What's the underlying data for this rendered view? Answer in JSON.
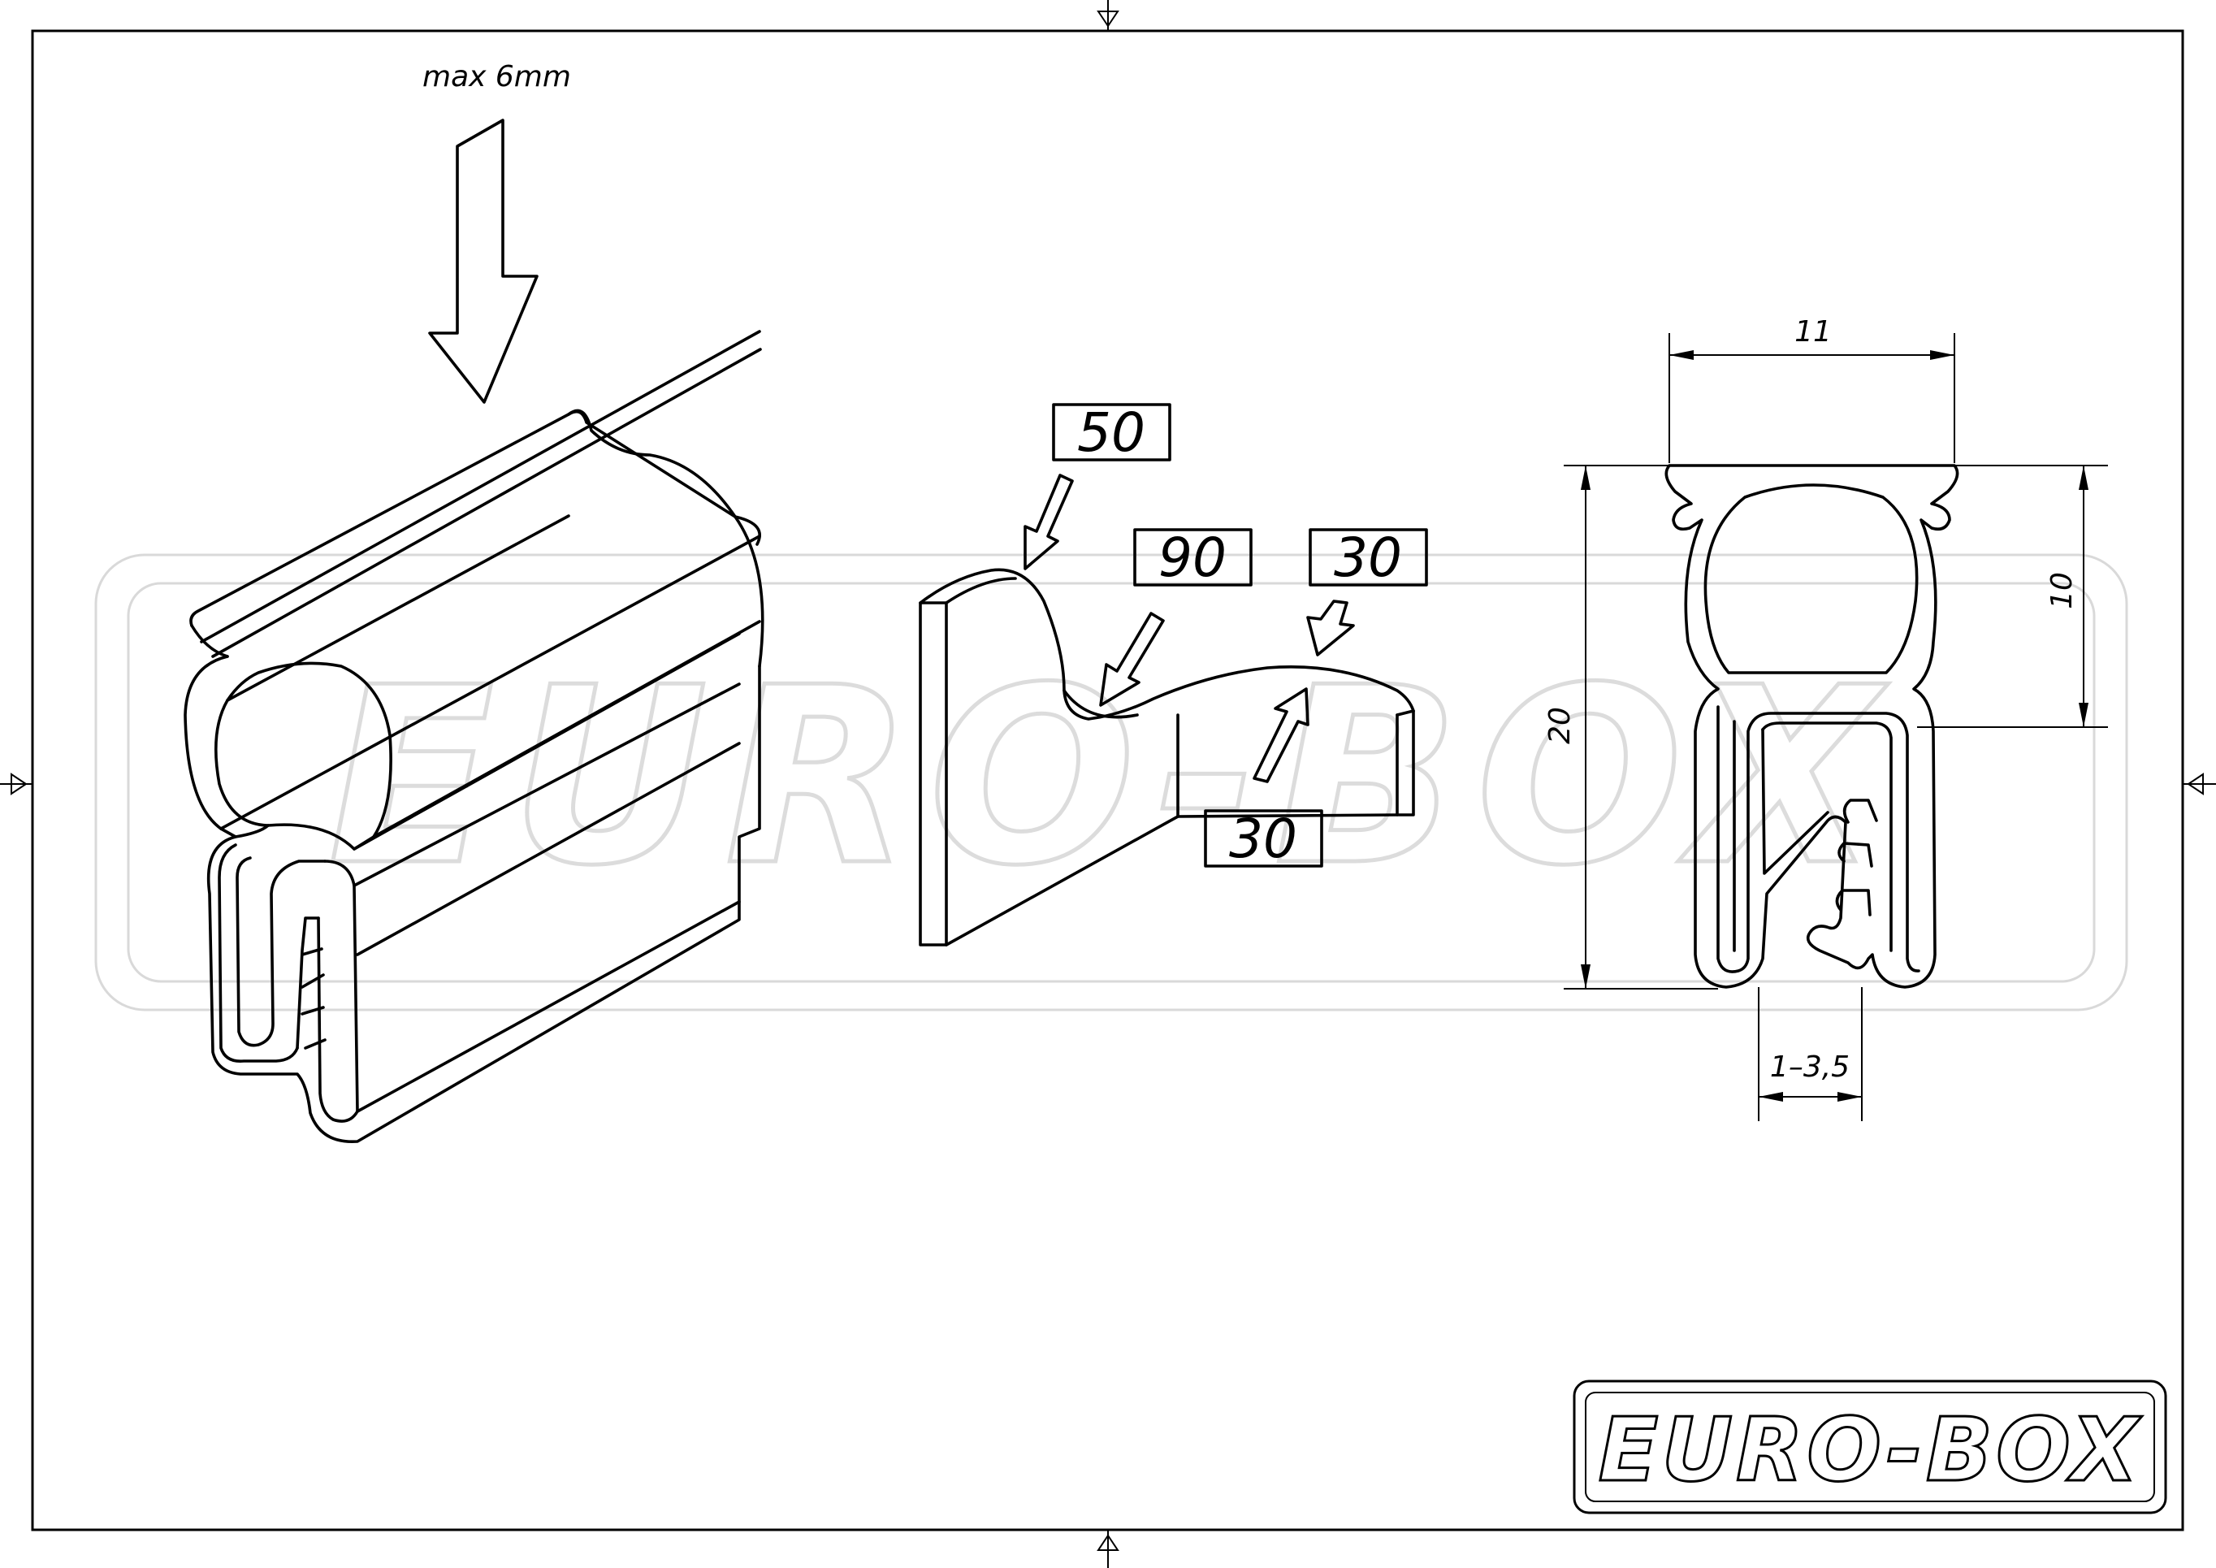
{
  "top_label": "max 6mm",
  "bend_labels": {
    "label_50": "50",
    "label_90": "90",
    "label_30_top": "30",
    "label_30_bottom": "30"
  },
  "dimensions": {
    "width": "11",
    "height_total": "20",
    "height_bulb": "10",
    "clamp_range": "1–3,5"
  },
  "brand": {
    "watermark": "EURO-BOX",
    "logo": "EURO-BOX"
  }
}
